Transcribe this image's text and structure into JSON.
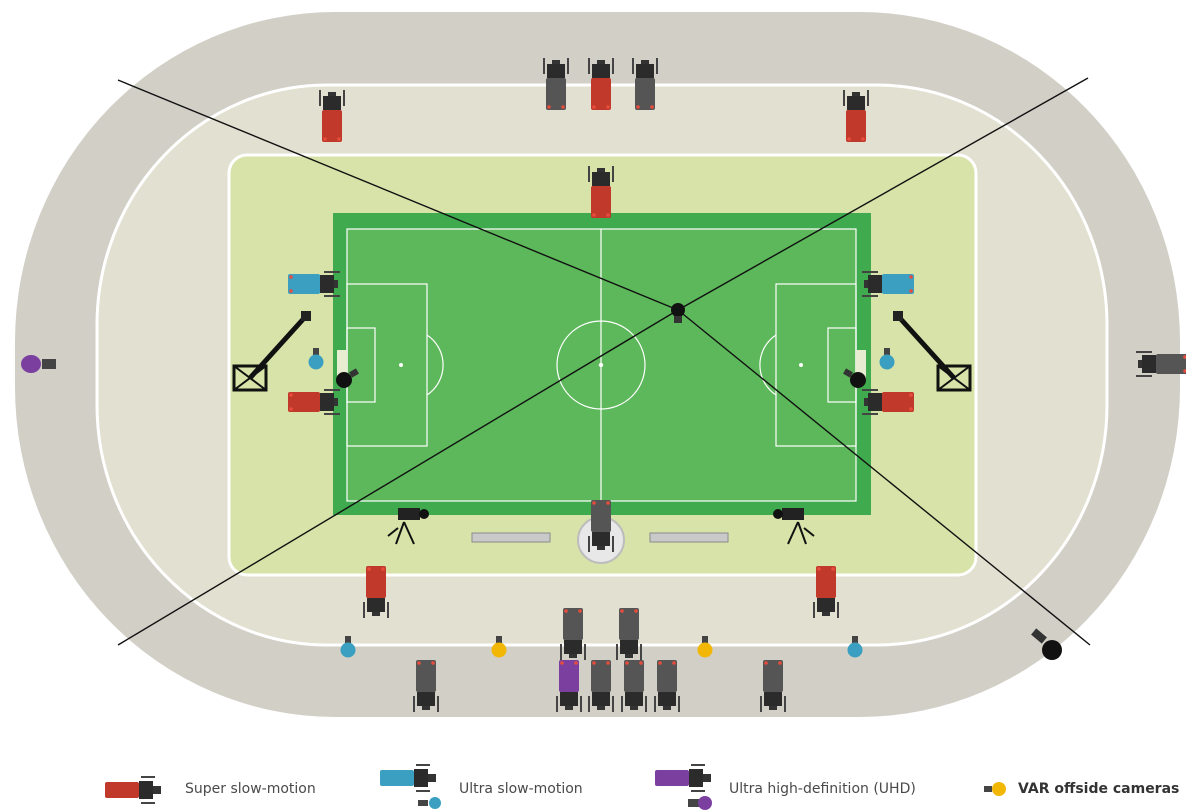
{
  "colors": {
    "stadium_outer": "#d1cfc6",
    "stadium_inner": "#e2e0d0",
    "grass_outer": "#d7e3a8",
    "pitch_border": "#3faa4e",
    "pitch": "#5cb85a",
    "super_slow_motion": "#c0392b",
    "ultra_slow_motion": "#3a9fc0",
    "uhd": "#7b3fa0",
    "var_offside": "#f2b705",
    "standard_camera": "#555555",
    "spidercam": "#111111"
  },
  "legend": {
    "super_slow": {
      "label": "Super slow-motion",
      "icon": "camera-red-icon"
    },
    "ultra_slow": {
      "label": "Ultra slow-motion",
      "icon": "camera-blue-icon"
    },
    "uhd": {
      "label": "Ultra high-definition (UHD)",
      "icon": "camera-purple-icon"
    },
    "var": {
      "label": "VAR offside cameras",
      "icon": "camera-yellow-icon"
    }
  }
}
